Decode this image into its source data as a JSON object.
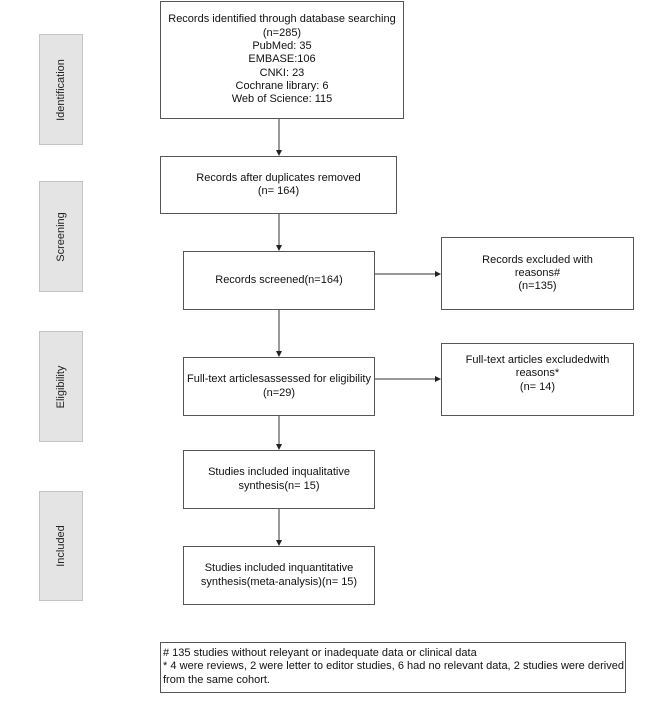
{
  "stages": [
    "Identification",
    "Screening",
    "Eligibility",
    "Included"
  ],
  "boxes": {
    "identified": [
      "Records identified through database searching",
      "(n=285)",
      "PubMed: 35",
      "EMBASE:106",
      "CNKI: 23",
      "Cochrane library: 6",
      "Web of Science: 115"
    ],
    "duplicates_removed": [
      "Records after duplicates removed",
      "(n= 164)"
    ],
    "screened": [
      "Records screened(n=164)"
    ],
    "excluded_records": [
      "Records excluded with",
      "reasons#",
      "(n=135)"
    ],
    "fulltext_assessed": [
      "Full-text articlesassessed for eligibility",
      "(n=29)"
    ],
    "fulltext_excluded": [
      "Full-text articles excludedwith",
      "reasons*",
      "(n= 14)"
    ],
    "qualitative": [
      "Studies included inqualitative",
      "synthesis(n= 15)"
    ],
    "quantitative": [
      "Studies included inquantitative",
      "synthesis(meta-analysis)(n= 15)"
    ]
  },
  "footnotes": [
    "# 135 studies without releyant or inadequate data or clinical data",
    " * 4 were reviews, 2 were letter to editor studies, 6 had no relevant data, 2 studies were derived from the same cohort."
  ]
}
